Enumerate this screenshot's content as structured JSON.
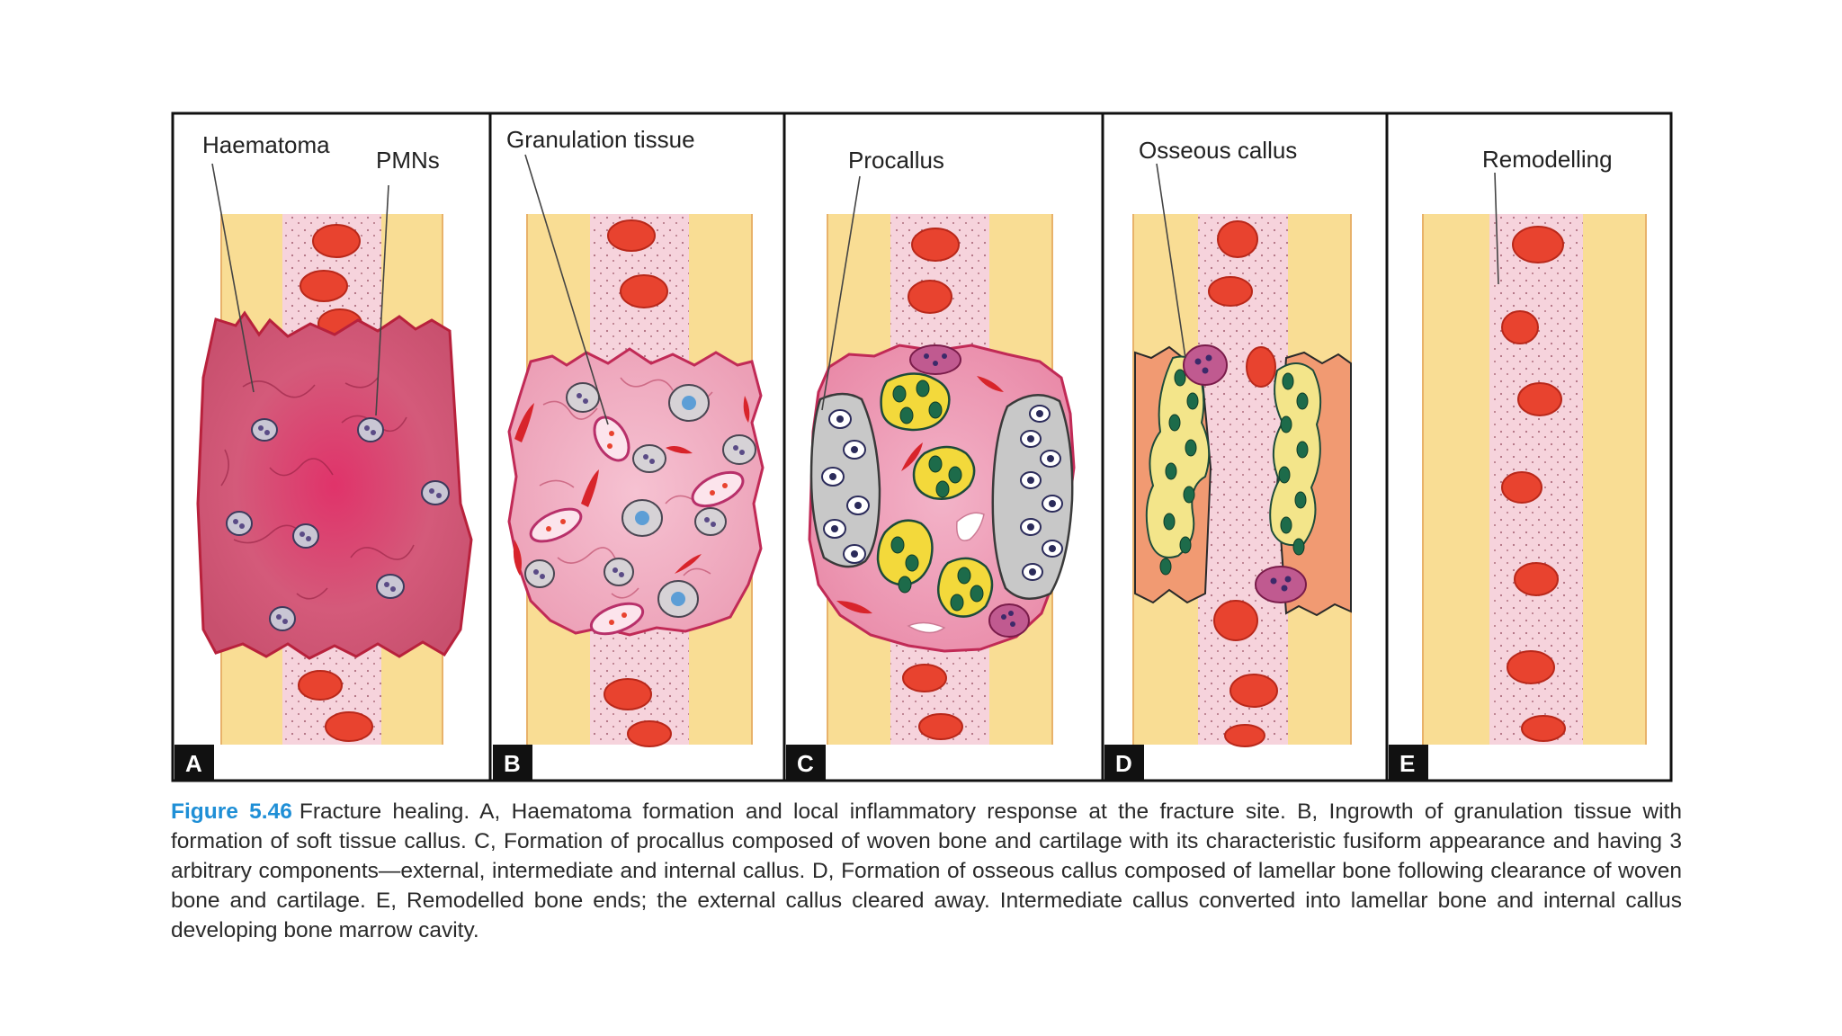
{
  "panels": [
    {
      "letter": "A",
      "label": "Haematoma",
      "label2": "PMNs"
    },
    {
      "letter": "B",
      "label": "Granulation tissue"
    },
    {
      "letter": "C",
      "label": "Procallus"
    },
    {
      "letter": "D",
      "label": "Osseous callus"
    },
    {
      "letter": "E",
      "label": "Remodelling"
    }
  ],
  "caption": {
    "figure_number": "Figure 5.46",
    "text": "Fracture healing. A, Haematoma formation and local inflammatory response at the fracture site. B, Ingrowth of granulation tissue with formation of soft tissue callus. C, Formation of procallus composed of woven bone and cartilage with its characteristic fusiform appearance and having 3 arbitrary components—external, intermediate and internal callus. D, Formation of osseous callus composed of lamellar bone following clearance of woven bone and cartilage. E, Remodelled bone ends; the external callus cleared away. Intermediate callus converted into lamellar bone and internal callus developing bone marrow cavity."
  },
  "colors": {
    "cortex": "#f9dd94",
    "marrow": "#f6d3dc",
    "rbc": "#e8432f",
    "haematoma": "#d44b6d",
    "granulation": "#f2b6c8",
    "cartilage": "#c8c8c8",
    "woven_bone": "#f3d93b",
    "osteoblast_nucleus": "#1d6b4a",
    "lamellar": "#f19a72",
    "tag_bg": "#111111",
    "caption_accent": "#1f8fd6"
  }
}
